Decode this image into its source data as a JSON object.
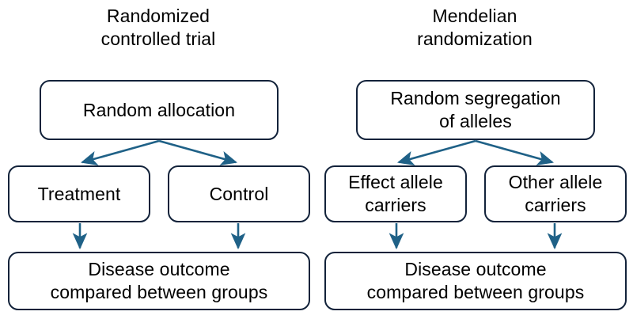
{
  "figure": {
    "background_color": "#ffffff",
    "node_border_color": "#12223a",
    "arrow_color": "#1f6187",
    "text_color": "#000000"
  },
  "panels": [
    {
      "id": "randomized-controlled-trial",
      "title": "Randomized\ncontrolled trial",
      "nodes": {
        "root": "Random allocation",
        "arm_left": "Treatment",
        "arm_right": "Control",
        "outcome": "Disease outcome\ncompared between groups"
      }
    },
    {
      "id": "mendelian-randomization",
      "title": "Mendelian\nrandomization",
      "nodes": {
        "root": "Random segregation\nof alleles",
        "arm_left": "Effect allele\ncarriers",
        "arm_right": "Other allele\ncarriers",
        "outcome": "Disease outcome\ncompared between groups"
      }
    }
  ]
}
